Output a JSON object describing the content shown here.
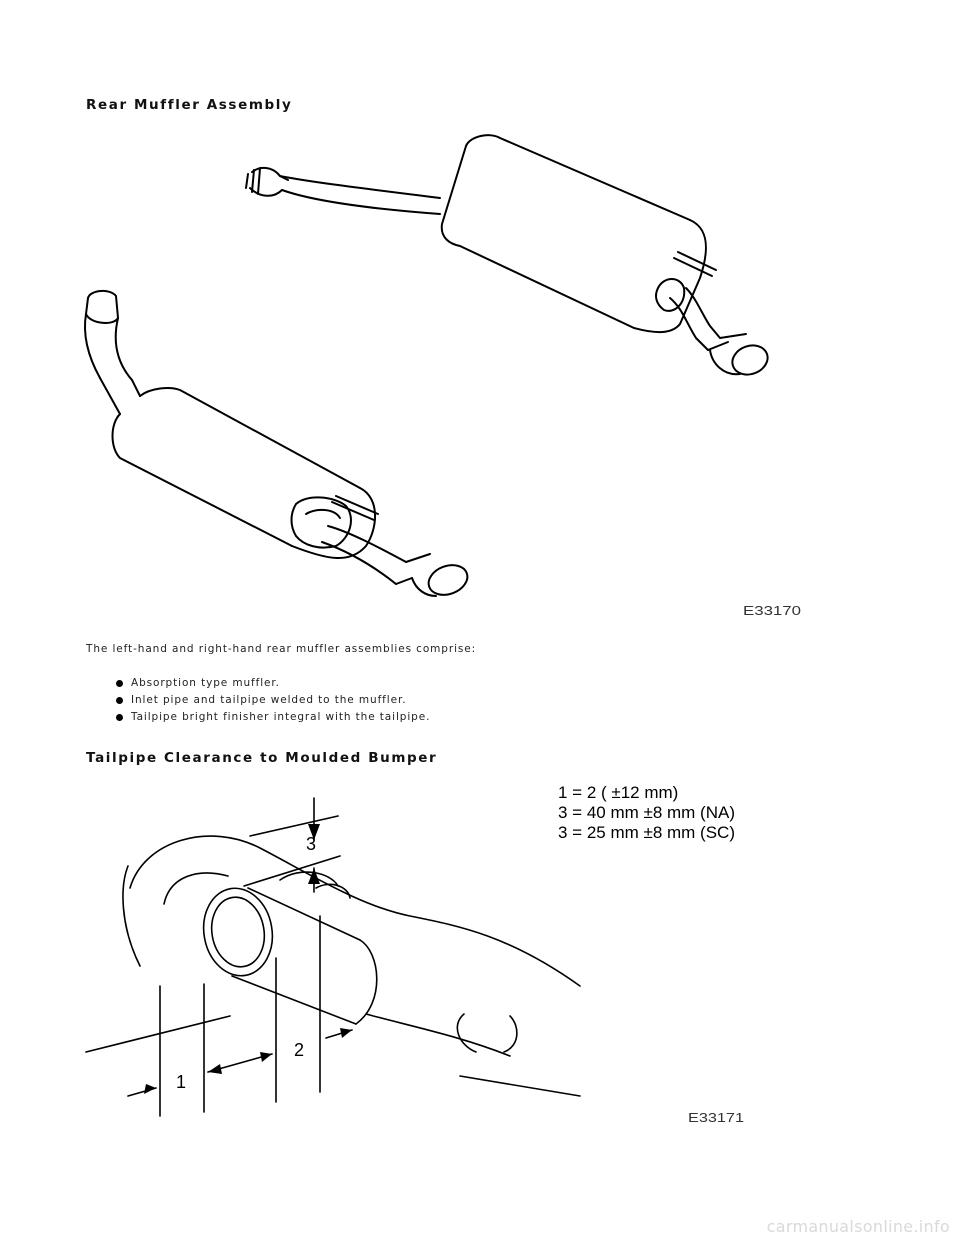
{
  "sections": {
    "rear_muffler": {
      "title": "Rear Muffler Assembly",
      "figure_code": "E33170",
      "intro": "The left-hand and right-hand rear muffler assemblies comprise:",
      "items": [
        "Absorption type muffler.",
        "Inlet pipe and tailpipe welded to the muffler.",
        "Tailpipe bright finisher integral with the tailpipe."
      ]
    },
    "tailpipe_clearance": {
      "title": "Tailpipe Clearance to Moulded Bumper",
      "figure_code": "E33171",
      "spec_lines": [
        "1 = 2 ( ±12 mm)",
        "3 = 40 mm ±8 mm (NA)",
        "3 = 25 mm ±8 mm (SC)"
      ],
      "callouts": [
        "1",
        "2",
        "3"
      ]
    }
  },
  "footer": {
    "text": "carmanualsonline.info"
  }
}
